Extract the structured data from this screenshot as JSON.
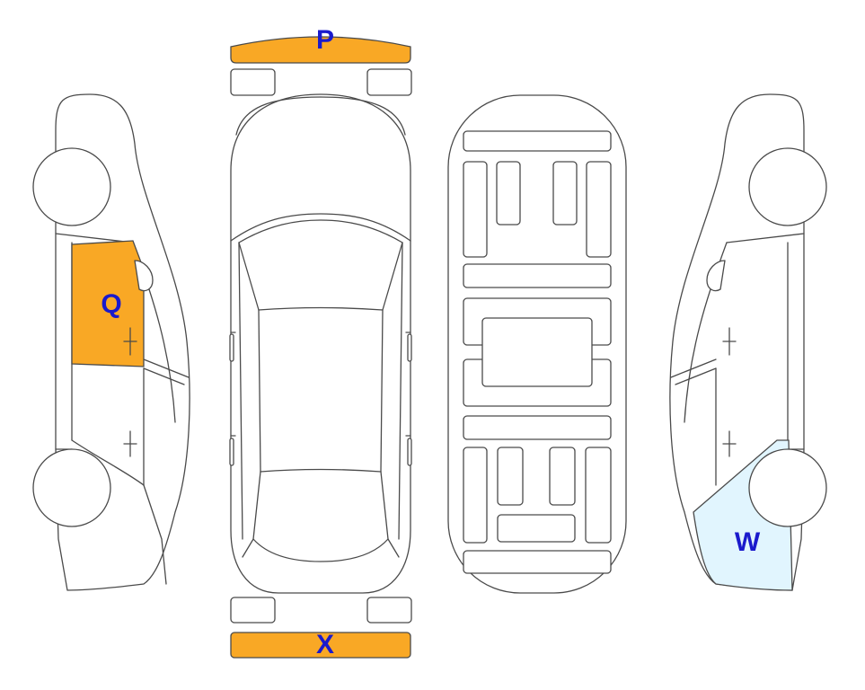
{
  "colors": {
    "outline": "#4a4a4a",
    "highlight_orange": "#f9a825",
    "highlight_light_blue": "#e1f5fe",
    "label_text": "#1a1acc"
  },
  "labels": {
    "front_bumper": "P",
    "left_rear_door": "Q",
    "right_rear_quarter": "W",
    "rear_bumper": "X"
  }
}
